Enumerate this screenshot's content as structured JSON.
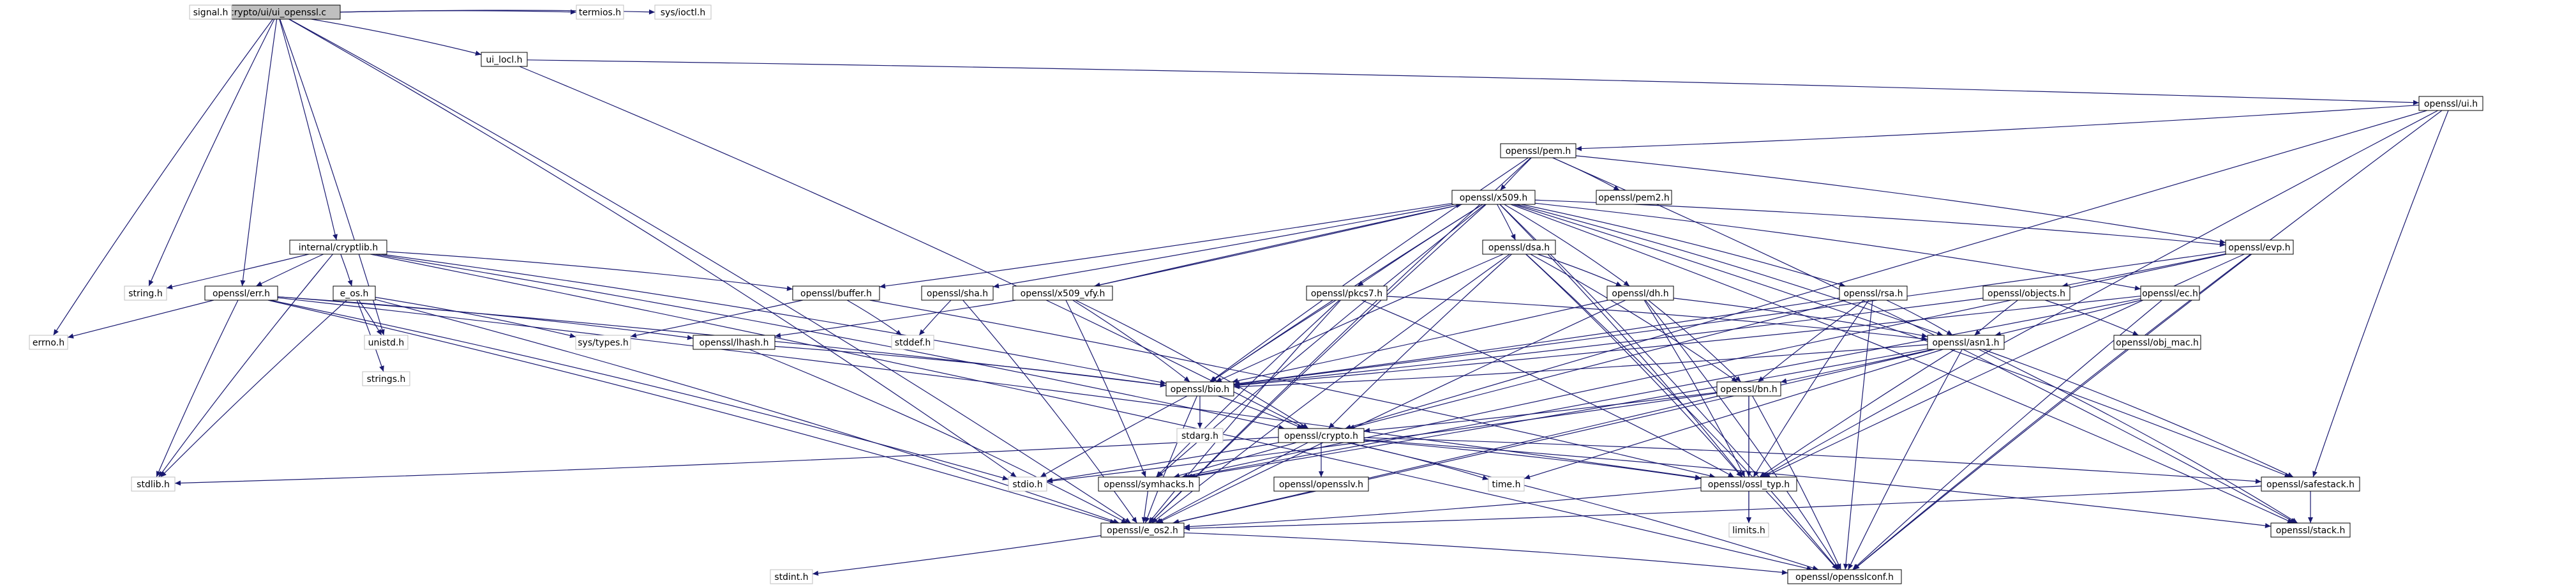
{
  "title": "crypto/ui/ui_openssl.c",
  "colors": {
    "edge": "#191970",
    "root_fill": "#bfbfbf",
    "border": "#000000",
    "external_border": "#bfbfbf"
  },
  "nodes": [
    {
      "id": "root",
      "label": "crypto/ui/ui_openssl.c",
      "kind": "root"
    },
    {
      "id": "signal",
      "label": "signal.h",
      "kind": "external"
    },
    {
      "id": "ui_locl",
      "label": "ui_locl.h",
      "kind": "linked"
    },
    {
      "id": "termios",
      "label": "termios.h",
      "kind": "external"
    },
    {
      "id": "sys_ioctl",
      "label": "sys/ioctl.h",
      "kind": "external"
    },
    {
      "id": "ui",
      "label": "openssl/ui.h",
      "kind": "linked"
    },
    {
      "id": "pem",
      "label": "openssl/pem.h",
      "kind": "linked"
    },
    {
      "id": "pem2",
      "label": "openssl/pem2.h",
      "kind": "linked"
    },
    {
      "id": "x509",
      "label": "openssl/x509.h",
      "kind": "linked"
    },
    {
      "id": "cryptlib",
      "label": "internal/cryptlib.h",
      "kind": "linked"
    },
    {
      "id": "string",
      "label": "string.h",
      "kind": "external"
    },
    {
      "id": "err",
      "label": "openssl/err.h",
      "kind": "linked"
    },
    {
      "id": "e_os",
      "label": "e_os.h",
      "kind": "linked"
    },
    {
      "id": "errno",
      "label": "errno.h",
      "kind": "external"
    },
    {
      "id": "unistd",
      "label": "unistd.h",
      "kind": "external"
    },
    {
      "id": "strings",
      "label": "strings.h",
      "kind": "external"
    },
    {
      "id": "buffer",
      "label": "openssl/buffer.h",
      "kind": "linked"
    },
    {
      "id": "sys_types",
      "label": "sys/types.h",
      "kind": "external"
    },
    {
      "id": "stddef",
      "label": "stddef.h",
      "kind": "external"
    },
    {
      "id": "lhash",
      "label": "openssl/lhash.h",
      "kind": "linked"
    },
    {
      "id": "sha",
      "label": "openssl/sha.h",
      "kind": "linked"
    },
    {
      "id": "x509_vfy",
      "label": "openssl/x509_vfy.h",
      "kind": "linked"
    },
    {
      "id": "dsa",
      "label": "openssl/dsa.h",
      "kind": "linked"
    },
    {
      "id": "pkcs7",
      "label": "openssl/pkcs7.h",
      "kind": "linked"
    },
    {
      "id": "dh",
      "label": "openssl/dh.h",
      "kind": "linked"
    },
    {
      "id": "rsa",
      "label": "openssl/rsa.h",
      "kind": "linked"
    },
    {
      "id": "evp",
      "label": "openssl/evp.h",
      "kind": "linked"
    },
    {
      "id": "objects",
      "label": "openssl/objects.h",
      "kind": "linked"
    },
    {
      "id": "ec",
      "label": "openssl/ec.h",
      "kind": "linked"
    },
    {
      "id": "obj_mac",
      "label": "openssl/obj_mac.h",
      "kind": "linked"
    },
    {
      "id": "asn1",
      "label": "openssl/asn1.h",
      "kind": "linked"
    },
    {
      "id": "bio",
      "label": "openssl/bio.h",
      "kind": "linked"
    },
    {
      "id": "bn",
      "label": "openssl/bn.h",
      "kind": "linked"
    },
    {
      "id": "stdarg",
      "label": "stdarg.h",
      "kind": "external"
    },
    {
      "id": "crypto",
      "label": "openssl/crypto.h",
      "kind": "linked"
    },
    {
      "id": "stdlib",
      "label": "stdlib.h",
      "kind": "external"
    },
    {
      "id": "stdio",
      "label": "stdio.h",
      "kind": "external"
    },
    {
      "id": "symhacks",
      "label": "openssl/symhacks.h",
      "kind": "linked"
    },
    {
      "id": "opensslv",
      "label": "openssl/opensslv.h",
      "kind": "linked"
    },
    {
      "id": "time",
      "label": "time.h",
      "kind": "external"
    },
    {
      "id": "ossl_typ",
      "label": "openssl/ossl_typ.h",
      "kind": "linked"
    },
    {
      "id": "limits",
      "label": "limits.h",
      "kind": "external"
    },
    {
      "id": "safestack",
      "label": "openssl/safestack.h",
      "kind": "linked"
    },
    {
      "id": "stack",
      "label": "openssl/stack.h",
      "kind": "linked"
    },
    {
      "id": "e_os2",
      "label": "openssl/e_os2.h",
      "kind": "linked"
    },
    {
      "id": "stdint",
      "label": "stdint.h",
      "kind": "external"
    },
    {
      "id": "opensslconf",
      "label": "openssl/opensslconf.h",
      "kind": "linked"
    }
  ],
  "edges": [
    [
      "root",
      "signal"
    ],
    [
      "root",
      "ui_locl"
    ],
    [
      "root",
      "termios"
    ],
    [
      "root",
      "sys_ioctl"
    ],
    [
      "root",
      "cryptlib"
    ],
    [
      "root",
      "string"
    ],
    [
      "root",
      "err"
    ],
    [
      "root",
      "errno"
    ],
    [
      "root",
      "unistd"
    ],
    [
      "root",
      "e_os2"
    ],
    [
      "root",
      "stdio"
    ],
    [
      "ui_locl",
      "ui"
    ],
    [
      "ui_locl",
      "crypto"
    ],
    [
      "ui",
      "pem"
    ],
    [
      "ui",
      "crypto"
    ],
    [
      "ui",
      "safestack"
    ],
    [
      "ui",
      "ossl_typ"
    ],
    [
      "ui",
      "opensslconf"
    ],
    [
      "pem",
      "e_os2"
    ],
    [
      "pem",
      "bio"
    ],
    [
      "pem",
      "stack"
    ],
    [
      "pem",
      "evp"
    ],
    [
      "pem",
      "x509"
    ],
    [
      "pem",
      "pem2"
    ],
    [
      "x509",
      "e_os2"
    ],
    [
      "x509",
      "symhacks"
    ],
    [
      "x509",
      "buffer"
    ],
    [
      "x509",
      "evp"
    ],
    [
      "x509",
      "bio"
    ],
    [
      "x509",
      "stack"
    ],
    [
      "x509",
      "asn1"
    ],
    [
      "x509",
      "safestack"
    ],
    [
      "x509",
      "ec"
    ],
    [
      "x509",
      "dsa"
    ],
    [
      "x509",
      "dh"
    ],
    [
      "x509",
      "rsa"
    ],
    [
      "x509",
      "sha"
    ],
    [
      "x509",
      "x509_vfy"
    ],
    [
      "x509",
      "pkcs7"
    ],
    [
      "x509",
      "ossl_typ"
    ],
    [
      "x509",
      "opensslconf"
    ],
    [
      "cryptlib",
      "stdlib"
    ],
    [
      "cryptlib",
      "string"
    ],
    [
      "cryptlib",
      "e_os"
    ],
    [
      "cryptlib",
      "crypto"
    ],
    [
      "cryptlib",
      "buffer"
    ],
    [
      "cryptlib",
      "bio"
    ],
    [
      "cryptlib",
      "err"
    ],
    [
      "cryptlib",
      "opensslconf"
    ],
    [
      "err",
      "stdio"
    ],
    [
      "err",
      "stdlib"
    ],
    [
      "err",
      "e_os2"
    ],
    [
      "err",
      "ossl_typ"
    ],
    [
      "err",
      "bio"
    ],
    [
      "err",
      "lhash"
    ],
    [
      "err",
      "errno"
    ],
    [
      "e_os",
      "e_os2"
    ],
    [
      "e_os",
      "sys_types"
    ],
    [
      "e_os",
      "unistd"
    ],
    [
      "e_os",
      "strings"
    ],
    [
      "e_os",
      "stdlib"
    ],
    [
      "buffer",
      "ossl_typ"
    ],
    [
      "buffer",
      "stddef"
    ],
    [
      "buffer",
      "sys_types"
    ],
    [
      "lhash",
      "e_os2"
    ],
    [
      "lhash",
      "bio"
    ],
    [
      "sha",
      "e_os2"
    ],
    [
      "sha",
      "stddef"
    ],
    [
      "x509_vfy",
      "lhash"
    ],
    [
      "x509_vfy",
      "bio"
    ],
    [
      "x509_vfy",
      "crypto"
    ],
    [
      "x509_vfy",
      "symhacks"
    ],
    [
      "x509_vfy",
      "x509"
    ],
    [
      "dsa",
      "e_os2"
    ],
    [
      "dsa",
      "bio"
    ],
    [
      "dsa",
      "crypto"
    ],
    [
      "dsa",
      "ossl_typ"
    ],
    [
      "dsa",
      "opensslconf"
    ],
    [
      "dsa",
      "bn"
    ],
    [
      "dsa",
      "dh"
    ],
    [
      "pkcs7",
      "asn1"
    ],
    [
      "pkcs7",
      "bio"
    ],
    [
      "pkcs7",
      "e_os2"
    ],
    [
      "pkcs7",
      "symhacks"
    ],
    [
      "pkcs7",
      "ossl_typ"
    ],
    [
      "dh",
      "e_os2"
    ],
    [
      "dh",
      "bio"
    ],
    [
      "dh",
      "asn1"
    ],
    [
      "dh",
      "ossl_typ"
    ],
    [
      "dh",
      "bn"
    ],
    [
      "dh",
      "opensslconf"
    ],
    [
      "rsa",
      "asn1"
    ],
    [
      "rsa",
      "bio"
    ],
    [
      "rsa",
      "crypto"
    ],
    [
      "rsa",
      "ossl_typ"
    ],
    [
      "rsa",
      "bn"
    ],
    [
      "rsa",
      "opensslconf"
    ],
    [
      "evp",
      "opensslconf"
    ],
    [
      "evp",
      "ossl_typ"
    ],
    [
      "evp",
      "symhacks"
    ],
    [
      "evp",
      "bio"
    ],
    [
      "evp",
      "objects"
    ],
    [
      "objects",
      "obj_mac"
    ],
    [
      "objects",
      "bio"
    ],
    [
      "objects",
      "asn1"
    ],
    [
      "ec",
      "asn1"
    ],
    [
      "ec",
      "symhacks"
    ],
    [
      "ec",
      "bio"
    ],
    [
      "ec",
      "opensslconf"
    ],
    [
      "asn1",
      "time"
    ],
    [
      "asn1",
      "e_os2"
    ],
    [
      "asn1",
      "bio"
    ],
    [
      "asn1",
      "stack"
    ],
    [
      "asn1",
      "safestack"
    ],
    [
      "asn1",
      "symhacks"
    ],
    [
      "asn1",
      "ossl_typ"
    ],
    [
      "asn1",
      "bn"
    ],
    [
      "asn1",
      "opensslconf"
    ],
    [
      "bio",
      "e_os2"
    ],
    [
      "bio",
      "stdio"
    ],
    [
      "bio",
      "stdarg"
    ],
    [
      "bio",
      "crypto"
    ],
    [
      "bn",
      "e_os2"
    ],
    [
      "bn",
      "stdio"
    ],
    [
      "bn",
      "ossl_typ"
    ],
    [
      "bn",
      "crypto"
    ],
    [
      "bn",
      "opensslconf"
    ],
    [
      "bn",
      "limits"
    ],
    [
      "crypto",
      "stdlib"
    ],
    [
      "crypto",
      "e_os2"
    ],
    [
      "crypto",
      "stdio"
    ],
    [
      "crypto",
      "stack"
    ],
    [
      "crypto",
      "safestack"
    ],
    [
      "crypto",
      "opensslv"
    ],
    [
      "crypto",
      "ossl_typ"
    ],
    [
      "crypto",
      "opensslconf"
    ],
    [
      "crypto",
      "symhacks"
    ],
    [
      "crypto",
      "time"
    ],
    [
      "symhacks",
      "e_os2"
    ],
    [
      "ossl_typ",
      "e_os2"
    ],
    [
      "ossl_typ",
      "limits"
    ],
    [
      "safestack",
      "stack"
    ],
    [
      "safestack",
      "e_os2"
    ],
    [
      "e_os2",
      "opensslconf"
    ],
    [
      "e_os2",
      "stdint"
    ]
  ]
}
